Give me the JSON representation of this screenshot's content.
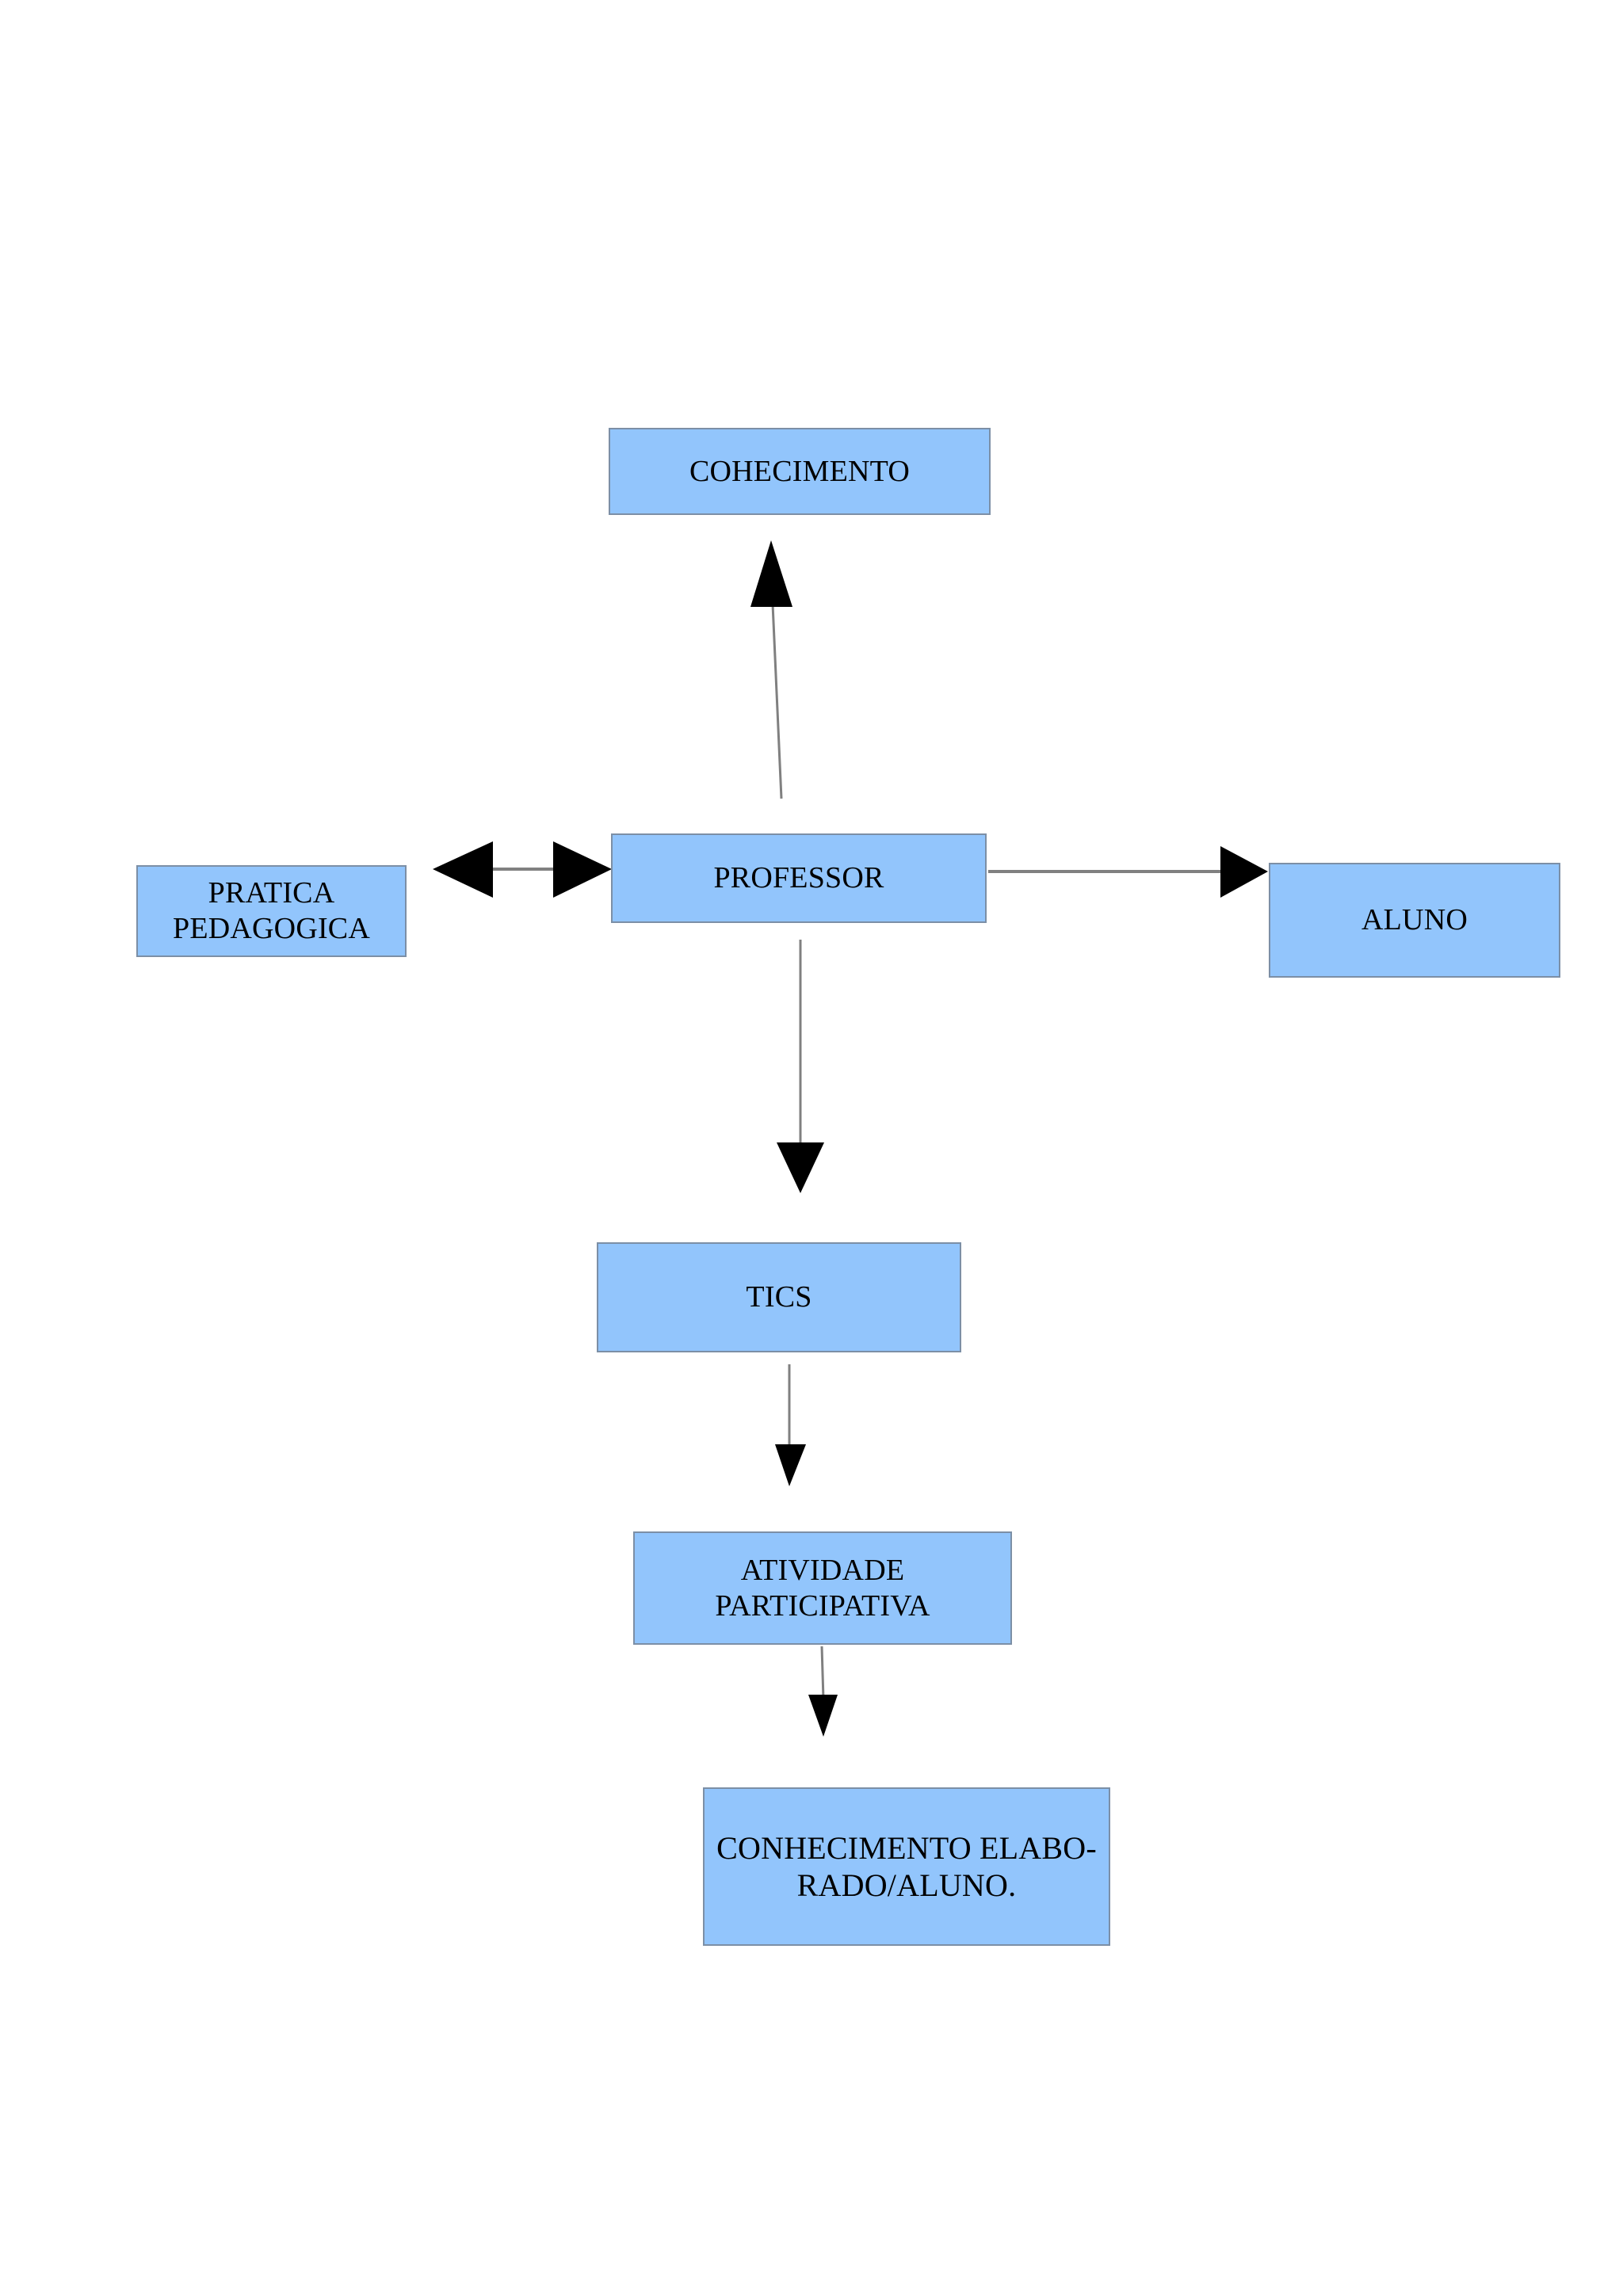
{
  "diagram": {
    "title": "Fluxograma Professor - TICS",
    "background_color": "#ffffff",
    "node_fill_color": "#92c5fc",
    "node_border_color": "#7c8fa6",
    "edge_color": "#808080",
    "arrowhead_color": "#000000",
    "text_color": "#000000",
    "nodes": [
      {
        "id": "cohecimento",
        "label": "COHECIMENTO"
      },
      {
        "id": "pratica",
        "label": "PRATICA\nPEDAGOGICA"
      },
      {
        "id": "professor",
        "label": "PROFESSOR"
      },
      {
        "id": "aluno",
        "label": "ALUNO"
      },
      {
        "id": "tics",
        "label": "TICS"
      },
      {
        "id": "atividade",
        "label": "ATIVIDADE\nPARTICIPATIVA"
      },
      {
        "id": "conhecimento_elaborado",
        "label": "CONHECIMENTO ELABO-\nRADO/ALUNO."
      }
    ],
    "edges": [
      {
        "id": "professor-to-cohecimento",
        "from": "professor",
        "to": "cohecimento",
        "direction": "up",
        "style": "single-arrow"
      },
      {
        "id": "professor-pratica",
        "from": "professor",
        "to": "pratica",
        "direction": "left",
        "style": "double-arrow"
      },
      {
        "id": "professor-to-aluno",
        "from": "professor",
        "to": "aluno",
        "direction": "right",
        "style": "single-arrow"
      },
      {
        "id": "professor-to-tics",
        "from": "professor",
        "to": "tics",
        "direction": "down",
        "style": "single-arrow"
      },
      {
        "id": "tics-to-atividade",
        "from": "tics",
        "to": "atividade",
        "direction": "down",
        "style": "single-arrow"
      },
      {
        "id": "atividade-to-conhecimento",
        "from": "atividade",
        "to": "conhecimento_elaborado",
        "direction": "down",
        "style": "single-arrow"
      }
    ]
  }
}
